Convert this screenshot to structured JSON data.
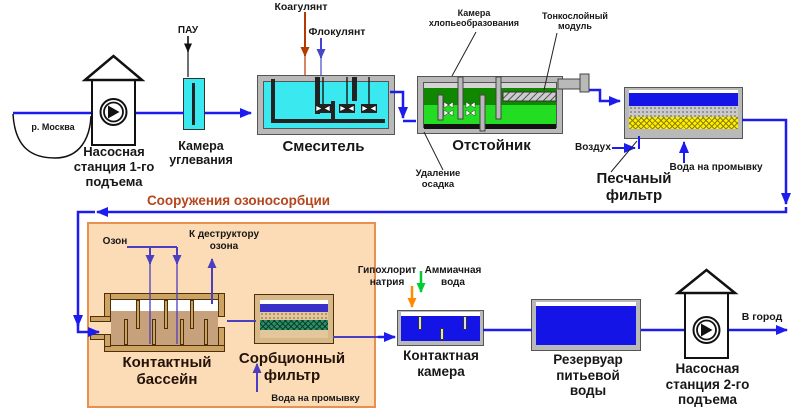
{
  "colors": {
    "flow_line": "#1c1cee",
    "ozone_line": "#4a3fc0",
    "coagulant_arrow": "#b53a00",
    "flocculant_arrow": "#4646cc",
    "hypochlorite_arrow": "#ff8a00",
    "ammonia_arrow": "#00cc33",
    "ozone_box_bg": "#fcdcb6",
    "ozone_box_border": "#e89050",
    "ozone_title": "#b5461e",
    "cyan_water": "#3ae8f0",
    "blue_water": "#1414e6",
    "green_light": "#22dd22",
    "green_dark": "#0f8800",
    "sand_yellow": "#ffee00",
    "basin_water": "#c7a17b",
    "basin_wall": "#cda263",
    "wall_gray": "#b9b9b9",
    "sorption_layer_green": "#2e8b66",
    "sorption_layer_blue": "#3a30c8"
  },
  "title": {
    "ozone_section": "Сооружения озоносорбции"
  },
  "labels": {
    "river": "р. Москва",
    "pump1": "Насосная\nстанция 1-го\nподъема",
    "pau": "ПАУ",
    "carbon_chamber": "Камера\nуглевания",
    "coagulant": "Коагулянт",
    "flocculant": "Флокулянт",
    "mixer": "Смеситель",
    "floc_chamber": "Камера\nхлопьеобразования",
    "thin_layer": "Тонкослойный\nмодуль",
    "settler": "Отстойник",
    "sludge": "Удаление\nосадка",
    "air": "Воздух",
    "sand_filter": "Песчаный\nфильтр",
    "wash_water_1": "Вода на промывку",
    "ozone": "Озон",
    "destructor": "К деструктору\nозона",
    "contact_basin": "Контактный\nбассейн",
    "sorption_filter": "Сорбционный\nфильтр",
    "wash_water_2": "Вода на промывку",
    "hypochlorite": "Гипохлорит\nнатрия",
    "ammonia": "Аммиачная\nвода",
    "contact_chamber": "Контактная\nкамера",
    "reservoir": "Резервуар\nпитьевой\nводы",
    "pump2": "Насосная\nстанция 2-го\nподъема",
    "to_city": "В город"
  }
}
